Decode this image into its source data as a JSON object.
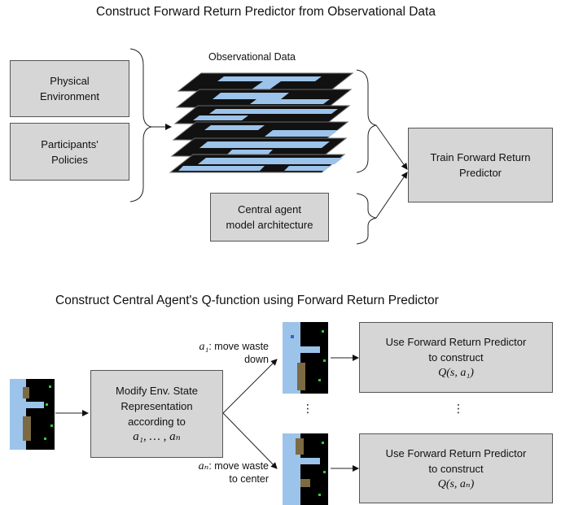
{
  "top_title": "Construct Forward Return Predictor from Observational Data",
  "observational_data_label": "Observational Data",
  "boxes": {
    "physical_environment": [
      "Physical",
      "Environment"
    ],
    "participants_policies": [
      "Participants'",
      "Policies"
    ],
    "central_agent_model": [
      "Central agent",
      "model architecture"
    ],
    "train_predictor": [
      "Train Forward Return",
      "Predictor"
    ],
    "modify_state": [
      "Modify Env. State",
      "Representation",
      "according to"
    ],
    "modify_state_math": "a₁, … , aₙ",
    "use_predictor_1": [
      "Use Forward Return Predictor",
      "to construct"
    ],
    "use_predictor_1_math": "Q(s, a₁)",
    "use_predictor_n": [
      "Use Forward Return Predictor",
      "to construct"
    ],
    "use_predictor_n_math": "Q(s, aₙ)"
  },
  "bottom_title": "Construct Central Agent's Q-function using Forward Return Predictor",
  "action_labels": {
    "a1_symbol": "a₁",
    "a1_text_line1": ": move waste",
    "a1_text_line2": "down",
    "an_symbol": "aₙ",
    "an_text_line1": ": move waste",
    "an_text_line2": "to center"
  },
  "ellipsis": "⋮"
}
